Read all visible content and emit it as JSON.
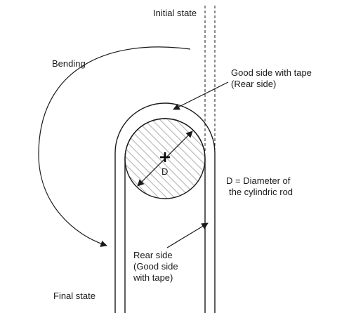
{
  "labels": {
    "initial_state": "Initial state",
    "bending": "Bending",
    "good_side_line1": "Good side with tape",
    "good_side_line2": "(Rear side)",
    "d_symbol": "D",
    "d_def_line1": "D = Diameter of",
    "d_def_line2": "the cylindric rod",
    "rear_side_line1": "Rear side",
    "rear_side_line2": "(Good side",
    "rear_side_line3": "with tape)",
    "final_state": "Final state"
  },
  "colors": {
    "stroke": "#1a1a1a",
    "hatch": "#b0b0b0",
    "background": "#ffffff"
  }
}
